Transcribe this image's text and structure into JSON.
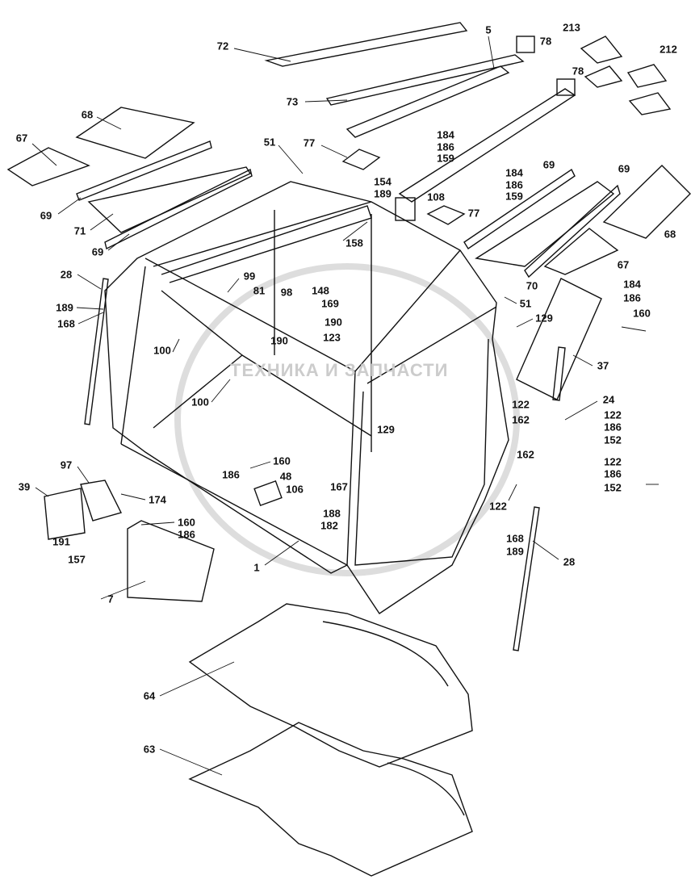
{
  "watermark": "ТЕХНИКА И ЗАПЧАСТИ",
  "callouts": [
    "72",
    "5",
    "78",
    "213",
    "212",
    "78",
    "68",
    "73",
    "67",
    "184",
    "186",
    "159",
    "51",
    "77",
    "184",
    "186",
    "159",
    "69",
    "69",
    "154",
    "189",
    "108",
    "77",
    "69",
    "71",
    "158",
    "68",
    "69",
    "67",
    "70",
    "28",
    "99",
    "81",
    "98",
    "148",
    "184",
    "186",
    "160",
    "169",
    "189",
    "51",
    "168",
    "190",
    "129",
    "190",
    "123",
    "100",
    "37",
    "100",
    "24",
    "122",
    "162",
    "122",
    "186",
    "152",
    "129",
    "160",
    "97",
    "186",
    "48",
    "162",
    "122",
    "186",
    "152",
    "39",
    "174",
    "106",
    "167",
    "122",
    "188",
    "160",
    "186",
    "182",
    "168",
    "189",
    "191",
    "28",
    "157",
    "1",
    "7",
    "64",
    "63"
  ]
}
